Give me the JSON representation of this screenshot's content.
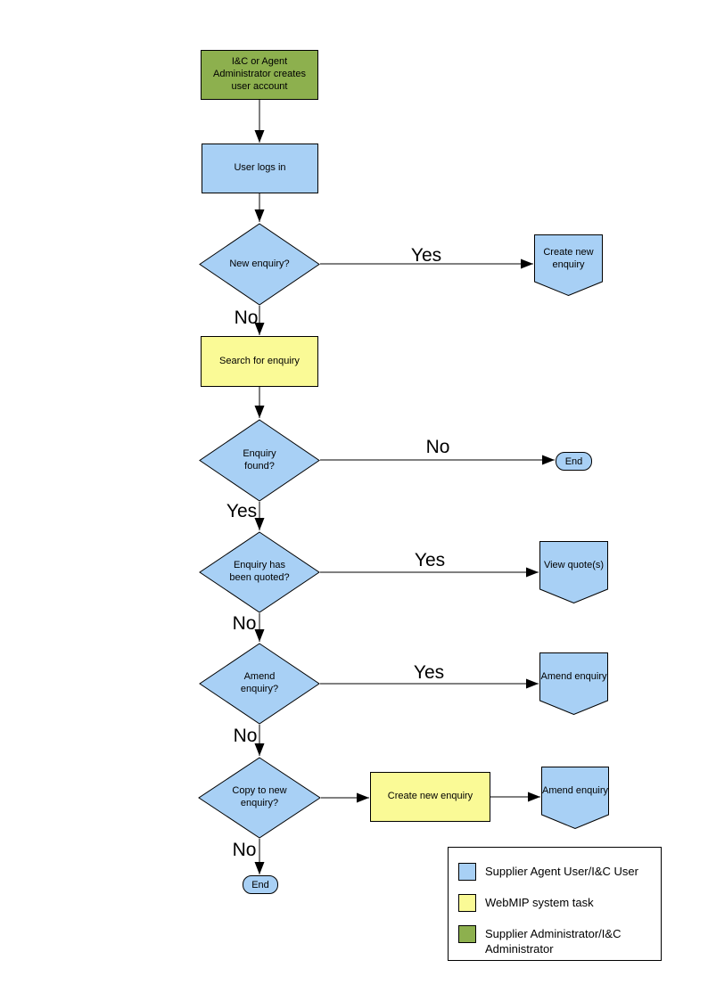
{
  "colors": {
    "user_task": "#A8D0F5",
    "system_task": "#FAFA96",
    "admin_task": "#8DB04E",
    "line": "#000000"
  },
  "nodes": {
    "create_account": {
      "label": "I&C or Agent Administrator creates user account",
      "type": "process",
      "role": "admin"
    },
    "user_logs_in": {
      "label": "User logs in",
      "type": "process",
      "role": "user"
    },
    "new_enquiry": {
      "label": "New enquiry?",
      "type": "decision",
      "role": "user"
    },
    "create_new_enquiry_offpage": {
      "label": "Create new enquiry",
      "type": "offpage",
      "role": "user"
    },
    "search_for_enquiry": {
      "label": "Search for enquiry",
      "type": "process",
      "role": "system"
    },
    "enquiry_found": {
      "label": "Enquiry found?",
      "type": "decision",
      "role": "user"
    },
    "end_right": {
      "label": "End",
      "type": "terminator",
      "role": "user"
    },
    "enquiry_quoted": {
      "label": "Enquiry has been quoted?",
      "type": "decision",
      "role": "user"
    },
    "view_quotes": {
      "label": "View quote(s)",
      "type": "offpage",
      "role": "user"
    },
    "amend_enquiry_decision": {
      "label": "Amend enquiry?",
      "type": "decision",
      "role": "user"
    },
    "amend_enquiry_offpage1": {
      "label": "Amend enquiry",
      "type": "offpage",
      "role": "user"
    },
    "copy_to_new_enquiry": {
      "label": "Copy to new enquiry?",
      "type": "decision",
      "role": "user"
    },
    "create_new_enquiry_task": {
      "label": "Create new enquiry",
      "type": "process",
      "role": "system"
    },
    "amend_enquiry_offpage2": {
      "label": "Amend enquiry",
      "type": "offpage",
      "role": "user"
    },
    "end_bottom": {
      "label": "End",
      "type": "terminator",
      "role": "user"
    }
  },
  "edge_labels": {
    "yes": "Yes",
    "no": "No"
  },
  "legend": {
    "items": [
      {
        "label": "Supplier Agent User/I&C User",
        "color": "#A8D0F5"
      },
      {
        "label": "WebMIP system task",
        "color": "#FAFA96"
      },
      {
        "label": "Supplier Administrator/I&C Administrator",
        "color": "#8DB04E"
      }
    ]
  }
}
